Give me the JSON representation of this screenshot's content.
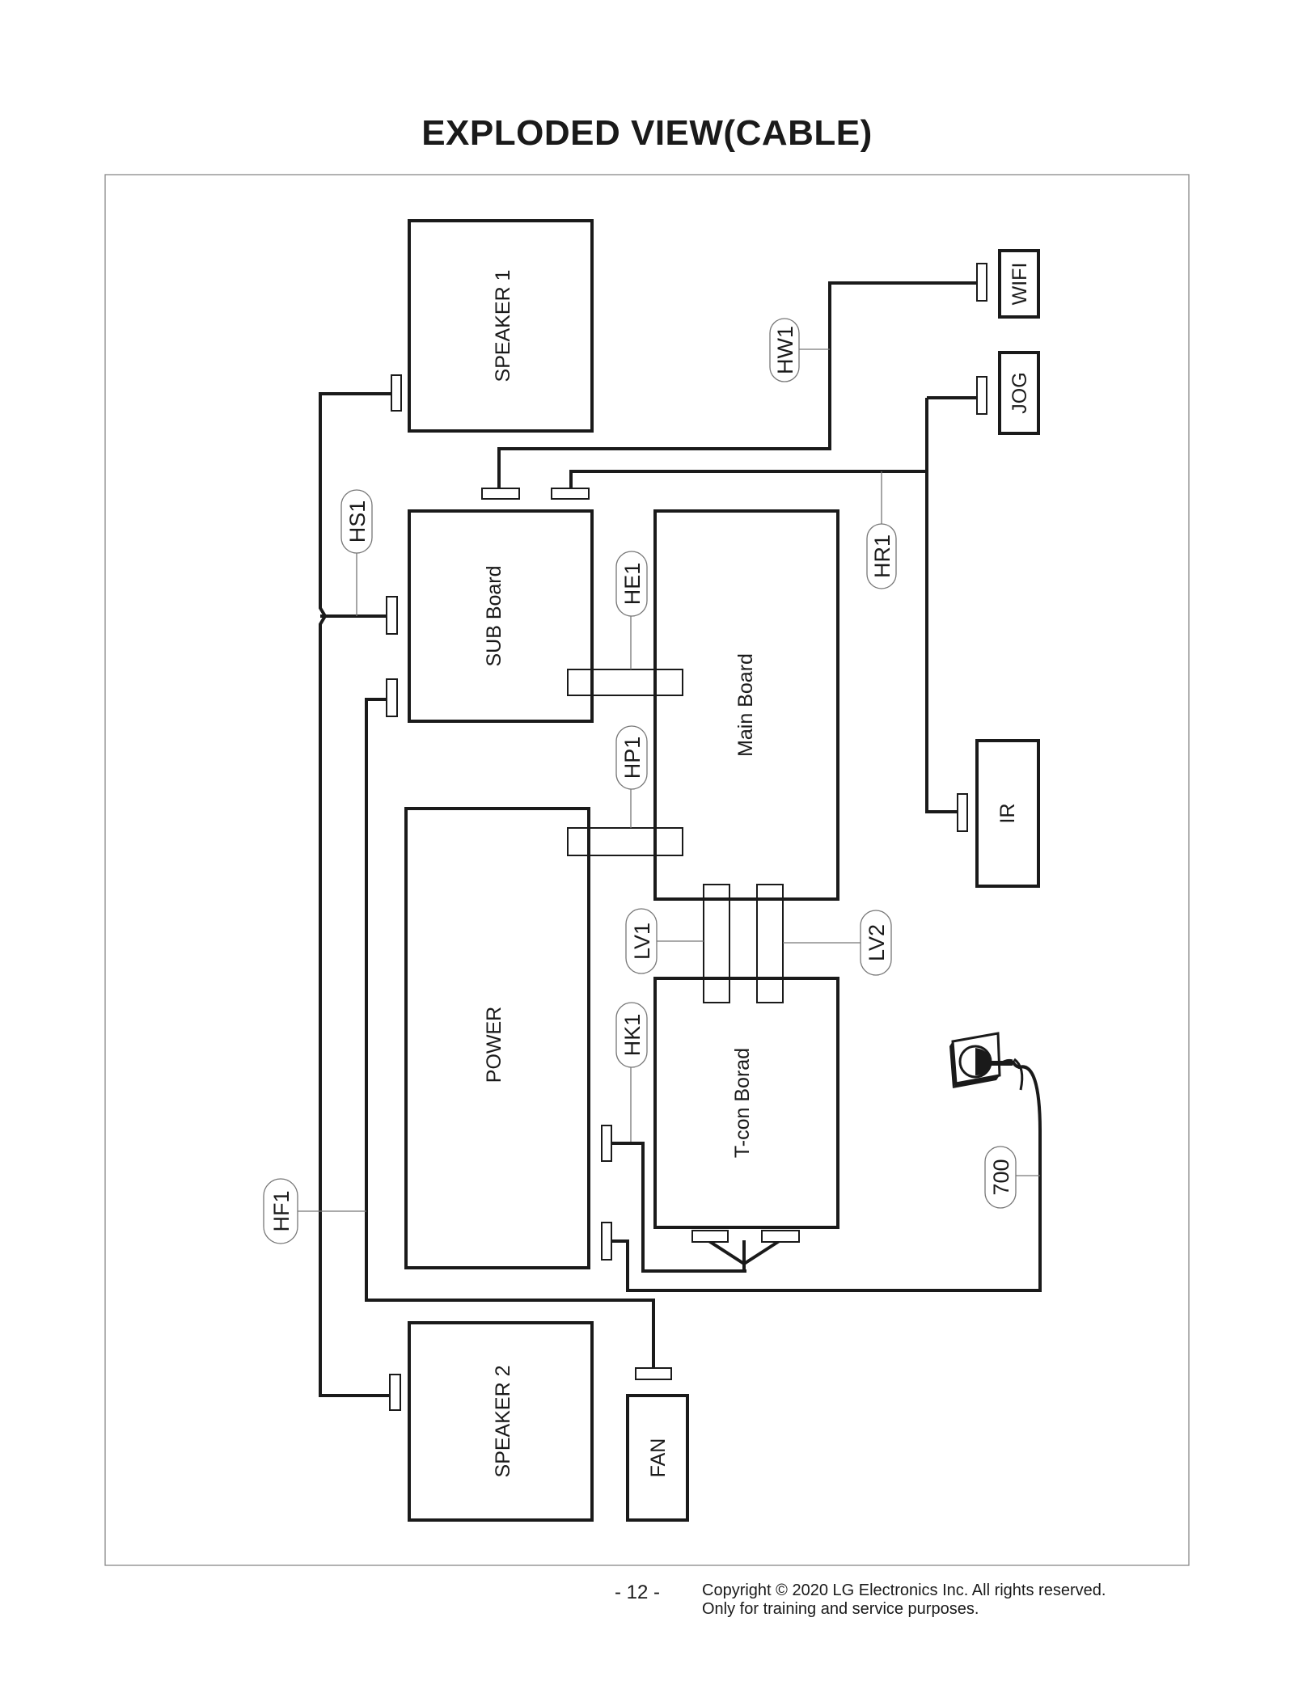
{
  "page": {
    "title": "EXPLODED VIEW(CABLE)",
    "page_number": "- 12 -",
    "copyright_line1": "Copyright © 2020 LG Electronics Inc. All rights reserved.",
    "copyright_line2": "Only for training and service purposes."
  },
  "components": {
    "speaker1": "SPEAKER 1",
    "sub_board": "SUB Board",
    "main_board": "Main Board",
    "power": "POWER",
    "tcon_board": "T-con Borad",
    "speaker2": "SPEAKER 2",
    "fan": "FAN",
    "wifi": "WIFI",
    "jog": "JOG",
    "ir": "IR"
  },
  "cables": {
    "hw1": "HW1",
    "hs1": "HS1",
    "hr1": "HR1",
    "he1": "HE1",
    "hp1": "HP1",
    "lv1": "LV1",
    "lv2": "LV2",
    "hk1": "HK1",
    "hf1": "HF1",
    "c700": "700"
  },
  "colors": {
    "line": "#1a1a1a",
    "leader": "#777777"
  }
}
